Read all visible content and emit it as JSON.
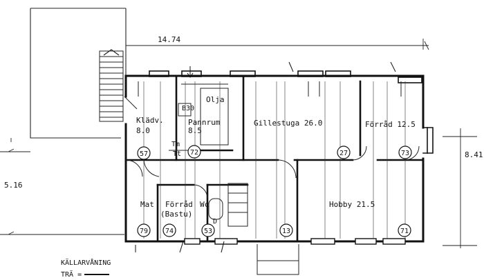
{
  "dimensions": {
    "width_top": "14.74",
    "height_right": "8.41",
    "height_left": "5.16"
  },
  "rooms": [
    {
      "name": "Klädv.",
      "area": "8.0"
    },
    {
      "name": "Pannrum",
      "area": "8.5"
    },
    {
      "name": "Olja"
    },
    {
      "name": "Gillestuga 26.0"
    },
    {
      "name": "Förråd 12.5"
    },
    {
      "name": "Mat"
    },
    {
      "name": "Förråd",
      "sub": "(Bastu)"
    },
    {
      "name": "Wc"
    },
    {
      "name": "Hobby 21.5"
    }
  ],
  "small_labels": {
    "b30": "B30",
    "tm": "Tm",
    "tt": "Tt",
    "d": "D"
  },
  "markers": [
    "57",
    "72",
    "27",
    "73",
    "79",
    "74",
    "53",
    "13",
    "71"
  ],
  "legend": {
    "title": "KÄLLARVÅNING",
    "wood": "TRÄ ="
  }
}
